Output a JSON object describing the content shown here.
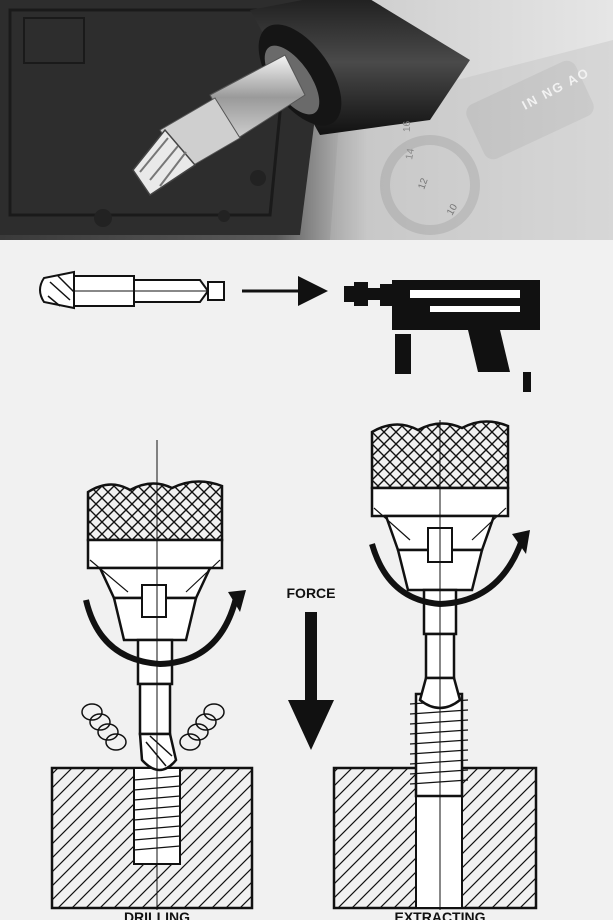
{
  "photo": {
    "ring_label": "IN NG AO",
    "scale_numbers": [
      "10",
      "12",
      "14",
      "16"
    ]
  },
  "diagram": {
    "force_label": "FORCE",
    "drilling_label": "DRILLING",
    "extracting_label": "EXTRACTING"
  },
  "colors": {
    "ink": "#111111",
    "paper": "#f1f1f1",
    "photo_dark": "#2a2a2a",
    "photo_light": "#d9d9d9"
  }
}
